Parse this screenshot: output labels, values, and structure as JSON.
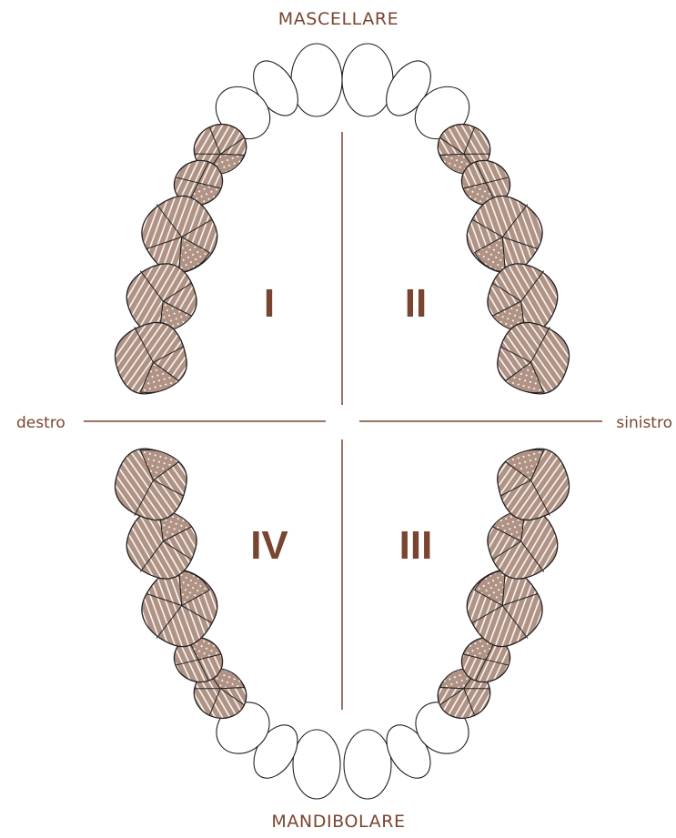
{
  "labels": {
    "maxilla": "MASCELLARE",
    "mandible": "MANDIBOLARE",
    "right": "destro",
    "left": "sinistro"
  },
  "quadrants": {
    "q1": "I",
    "q2": "II",
    "q3": "III",
    "q4": "IV"
  },
  "colors": {
    "accent": "#7a4530",
    "tooth_fill": "#b09384",
    "outline": "#231f20",
    "background": "#ffffff"
  }
}
